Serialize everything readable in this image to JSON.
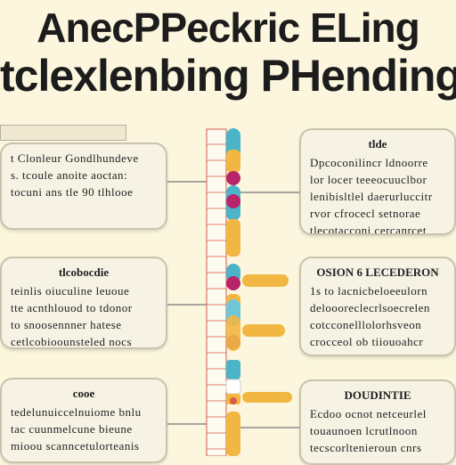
{
  "header": {
    "title_line1": "AnecPPeckric ELing",
    "title_line2": "tclexlenbing PHending"
  },
  "cards": {
    "left_1": {
      "title": "",
      "lines": [
        "t Clonleur Gondlhundeve",
        "s. tcoule anoite aoctan:",
        "tocuni ans tle 90 tlhlooe"
      ]
    },
    "left_2": {
      "title": "tlcobocdie",
      "lines": [
        "teinlis oiuculine leuoue",
        "tte acnthlouod to tdonor",
        "to snoosennner hatese",
        "cetlcobioounsteled nocs"
      ]
    },
    "left_3": {
      "title": "cooe",
      "lines": [
        "tedelunuiccelnuiome bnlu",
        "tac cuunmelcune bieune",
        "mioou scanncetulorteanis"
      ]
    },
    "right_1": {
      "title": "tlde",
      "lines": [
        "Dpcoconilincr ldnoorre",
        "lor locer teeeocuuclbor",
        "lenibisltlel daerurluccitr",
        "rvor cfrocecl setnorae",
        "tlecotacconi cercanrcet"
      ]
    },
    "right_2": {
      "title": "OSION 6 LECEDERON",
      "lines": [
        "1s to lacnicbeloeeulorn",
        "deloooreclecrlsoecrelen",
        "cotcconelllolorhsveon",
        "crocceol ob tiiouoahcr"
      ]
    },
    "right_3": {
      "title": "DOUDINTIE",
      "lines": [
        "Ecdoo ocnot netceurlel",
        "touaunoen lcrutlnoon",
        "tecscorltenieroun cnrs"
      ]
    }
  },
  "colors": {
    "background": "#fbf6dd",
    "card_border": "#c9c3ae",
    "pill_teal": "#4bb4c8",
    "pill_orange": "#f2b742",
    "dot_magenta": "#b8236a",
    "rail_red": "#d65b4e"
  }
}
